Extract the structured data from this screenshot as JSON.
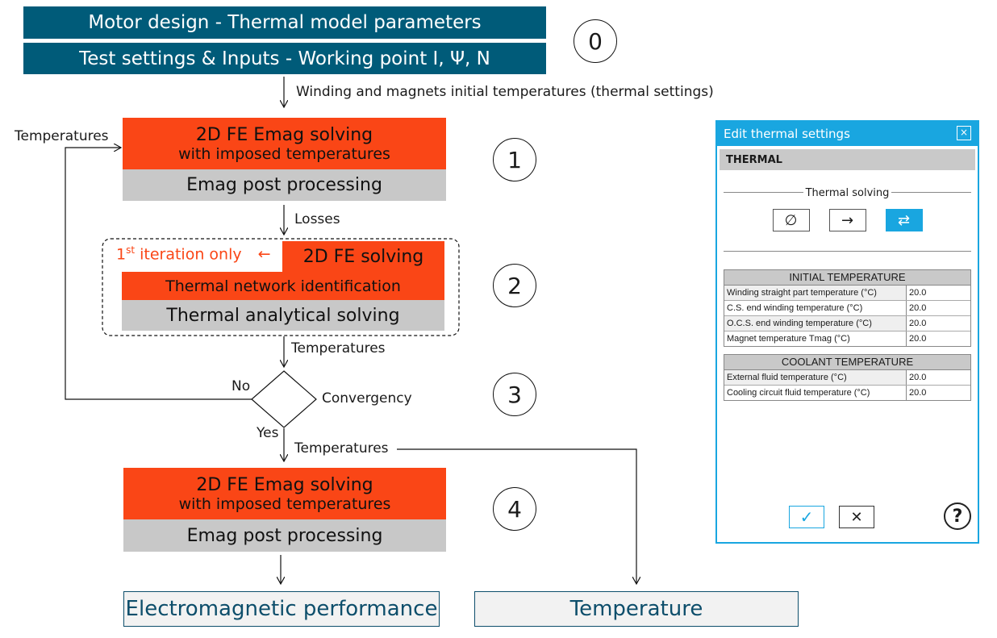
{
  "header": {
    "title1": "Motor design - Thermal model parameters",
    "title2": "Test settings & Inputs - Working point I, Ψ, N",
    "step0": "0"
  },
  "flow": {
    "init_label": "Winding and magnets initial temperatures (thermal settings)",
    "loop_label": "Temperatures",
    "step1": {
      "number": "1",
      "solve_line1": "2D FE Emag solving",
      "solve_line2": "with imposed temperatures",
      "post": "Emag post processing"
    },
    "losses_label": "Losses",
    "step2": {
      "number": "2",
      "first_iter_base": "1",
      "first_iter_sup": "st",
      "first_iter_rest": " iteration only",
      "first_iter_arrow": "←",
      "fe_solving": "2D FE solving",
      "identification": "Thermal network identification",
      "analytical": "Thermal analytical solving"
    },
    "temps_label_2": "Temperatures",
    "step3": {
      "number": "3",
      "no": "No",
      "yes": "Yes",
      "decision": "Convergency"
    },
    "temps_label_3": "Temperatures",
    "step4": {
      "number": "4",
      "solve_line1": "2D FE Emag solving",
      "solve_line2": "with imposed temperatures",
      "post": "Emag post processing"
    },
    "outputs": {
      "emag": "Electromagnetic performance",
      "temp": "Temperature"
    }
  },
  "dialog": {
    "title": "Edit thermal settings",
    "close_icon": "×",
    "section": "THERMAL",
    "solving_label": "Thermal solving",
    "modes": [
      "none-icon",
      "one-way-arrow-icon",
      "two-way-arrow-icon"
    ],
    "mode_glyphs": [
      "∅",
      "→",
      "⇄"
    ],
    "selected_mode": 2,
    "initial": {
      "header": "INITIAL TEMPERATURE",
      "rows": [
        {
          "label": "Winding straight part temperature (°C)",
          "value": "20.0"
        },
        {
          "label": "C.S. end winding temperature (°C)",
          "value": "20.0"
        },
        {
          "label": "O.C.S. end winding temperature (°C)",
          "value": "20.0"
        },
        {
          "label": "Magnet temperature Tmag (°C)",
          "value": "20.0"
        }
      ]
    },
    "coolant": {
      "header": "COOLANT TEMPERATURE",
      "rows": [
        {
          "label": "External fluid temperature (°C)",
          "value": "20.0"
        },
        {
          "label": "Cooling circuit fluid temperature (°C)",
          "value": "20.0"
        }
      ]
    },
    "ok_glyph": "✓",
    "cancel_glyph": "✕",
    "help_glyph": "?"
  },
  "colors": {
    "teal": "#005b79",
    "orange": "#fa4616",
    "grey": "#c8c8c8",
    "dialog_accent": "#19a6e0"
  }
}
